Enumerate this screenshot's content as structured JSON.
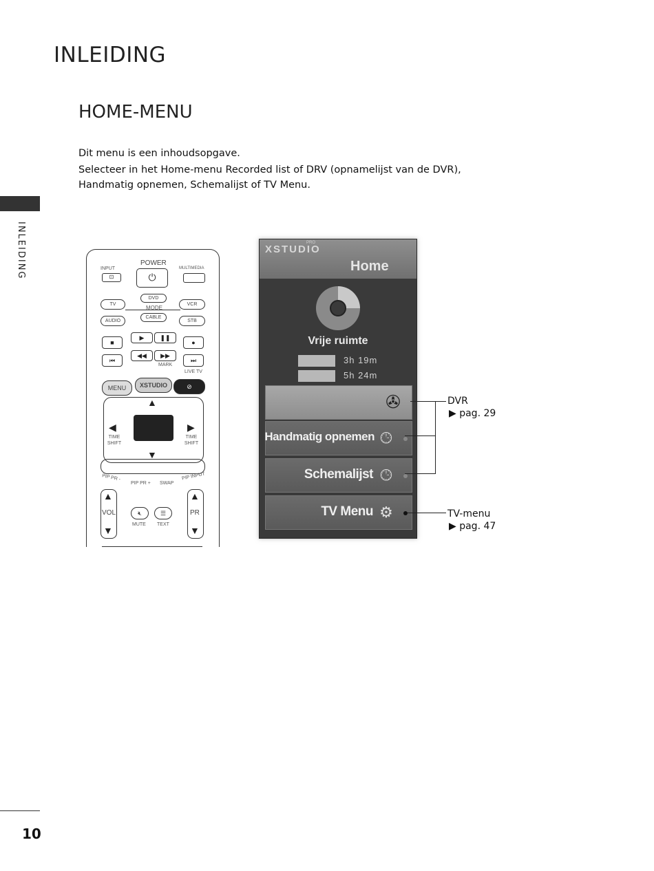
{
  "header": {
    "section_title": "INLEIDING",
    "sub_title": "HOME-MENU",
    "side_label": "INLEIDING"
  },
  "intro": {
    "line1": "Dit menu is een inhoudsopgave.",
    "line2": "Selecteer in het Home-menu Recorded list of DRV (opnamelijst van de DVR), Handmatig opnemen, Schemalijst of TV Menu."
  },
  "remote": {
    "input": "INPUT",
    "power": "POWER",
    "multimedia": "MULTIMEDIA",
    "dvd": "DVD",
    "tv": "TV",
    "mode": "MODE",
    "vcr": "VCR",
    "audio": "AUDIO",
    "cable": "CABLE",
    "stb": "STB",
    "mark": "MARK",
    "live_tv": "LIVE TV",
    "menu": "MENU",
    "xstudio": "XSTUDIO",
    "time_shift_left": "TIME SHIFT",
    "time_shift_right": "TIME SHIFT",
    "pip_pr_minus": "PIP PR -",
    "pip_pr_plus": "PIP PR +",
    "swap": "SWAP",
    "pip_input": "PIP INPUT",
    "vol": "VOL",
    "mute": "MUTE",
    "text": "TEXT",
    "pr": "PR"
  },
  "screen": {
    "brand": "XSTUDIO",
    "brand_tag": "PRO",
    "title": "Home",
    "free_space": "Vrije ruimte",
    "durations": [
      "3h  19m",
      "5h  24m"
    ],
    "items": [
      {
        "label": "",
        "icon": "film-reel-icon"
      },
      {
        "label": "Handmatig opnemen",
        "icon": "clock-record-icon"
      },
      {
        "label": "Schemalijst",
        "icon": "clock-list-icon"
      },
      {
        "label": "TV Menu",
        "icon": "gears-icon"
      }
    ]
  },
  "callouts": {
    "dvr_label": "DVR",
    "dvr_page": "▶ pag. 29",
    "tvmenu_label": "TV-menu",
    "tvmenu_page": "▶ pag. 47"
  },
  "footer": {
    "page_number": "10"
  }
}
